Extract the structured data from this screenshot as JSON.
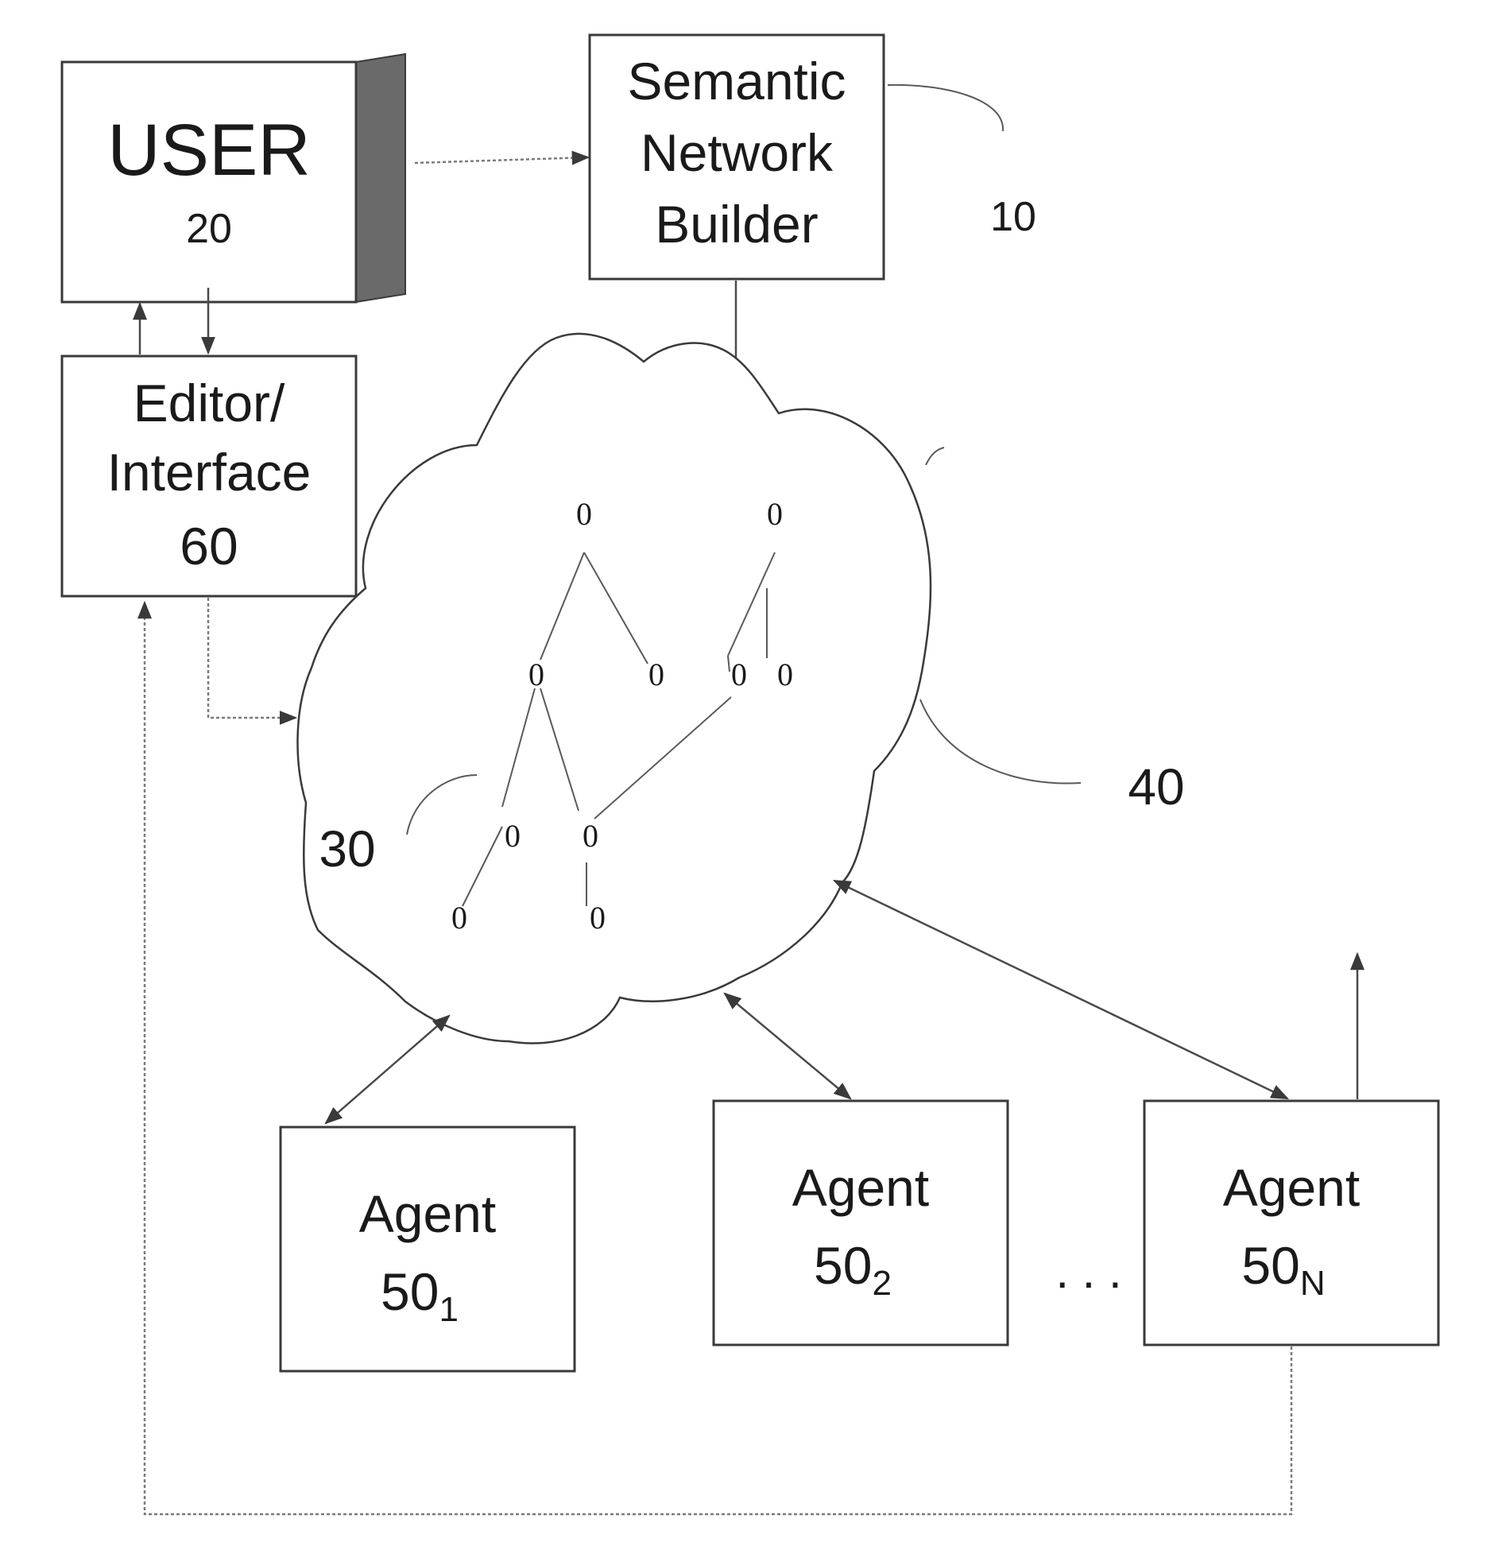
{
  "boxes": {
    "user": {
      "title": "USER",
      "number": "20"
    },
    "builder": {
      "line1": "Semantic",
      "line2": "Network",
      "line3": "Builder",
      "ref": "10"
    },
    "editor": {
      "line1": "Editor/",
      "line2": "Interface",
      "line3": "60"
    },
    "agent1": {
      "title": "Agent",
      "number": "50",
      "sub": "1"
    },
    "agent2": {
      "title": "Agent",
      "number": "50",
      "sub": "2"
    },
    "agentN": {
      "title": "Agent",
      "number": "50",
      "sub": "N"
    }
  },
  "cloud": {
    "ref_left": "30",
    "ref_right": "40"
  },
  "nodes": [
    "0",
    "0",
    "0",
    "0",
    "0",
    "0",
    "0",
    "0",
    "0",
    "0"
  ],
  "ellipsis": ". . ."
}
